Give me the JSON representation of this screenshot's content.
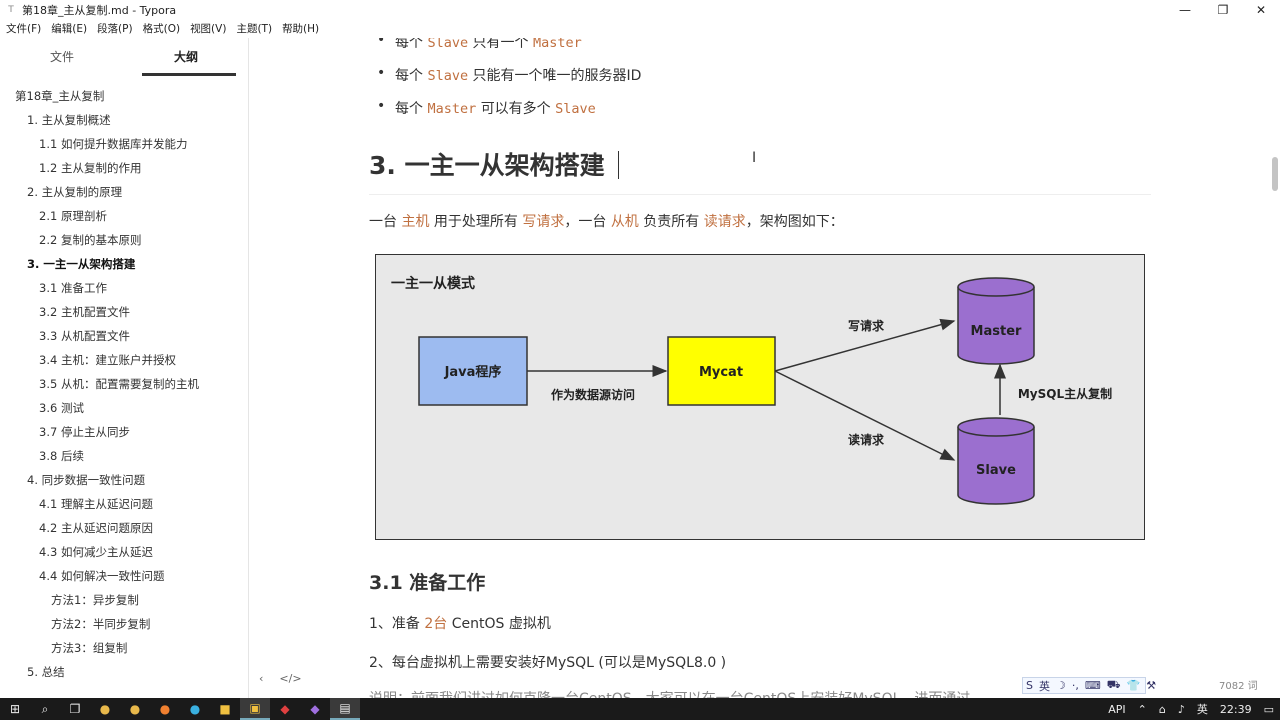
{
  "window": {
    "title": "第18章_主从复制.md - Typora",
    "app_icon": "typora-icon",
    "minimize": "—",
    "maximize": "❐",
    "close": "✕"
  },
  "menu": [
    "文件(F)",
    "编辑(E)",
    "段落(P)",
    "格式(O)",
    "视图(V)",
    "主题(T)",
    "帮助(H)"
  ],
  "sidebar": {
    "tabs": [
      {
        "label": "文件",
        "active": false
      },
      {
        "label": "大纲",
        "active": true
      }
    ],
    "outline": [
      {
        "label": "第18章_主从复制",
        "level": 1
      },
      {
        "label": "1. 主从复制概述",
        "level": 2
      },
      {
        "label": "1.1 如何提升数据库并发能力",
        "level": 3
      },
      {
        "label": "1.2 主从复制的作用",
        "level": 3
      },
      {
        "label": "2. 主从复制的原理",
        "level": 2
      },
      {
        "label": "2.1 原理剖析",
        "level": 3
      },
      {
        "label": "2.2 复制的基本原则",
        "level": 3
      },
      {
        "label": "3. 一主一从架构搭建",
        "level": 2,
        "active": true
      },
      {
        "label": "3.1 准备工作",
        "level": 3
      },
      {
        "label": "3.2 主机配置文件",
        "level": 3
      },
      {
        "label": "3.3 从机配置文件",
        "level": 3
      },
      {
        "label": "3.4 主机：建立账户并授权",
        "level": 3
      },
      {
        "label": "3.5 从机：配置需要复制的主机",
        "level": 3
      },
      {
        "label": "3.6 测试",
        "level": 3
      },
      {
        "label": "3.7 停止主从同步",
        "level": 3
      },
      {
        "label": "3.8 后续",
        "level": 3
      },
      {
        "label": "4. 同步数据一致性问题",
        "level": 2
      },
      {
        "label": "4.1 理解主从延迟问题",
        "level": 3
      },
      {
        "label": "4.2 主从延迟问题原因",
        "level": 3
      },
      {
        "label": "4.3 如何减少主从延迟",
        "level": 3
      },
      {
        "label": "4.4 如何解决一致性问题",
        "level": 3
      },
      {
        "label": "方法1：异步复制",
        "level": 4
      },
      {
        "label": "方法2：半同步复制",
        "level": 4
      },
      {
        "label": "方法3：组复制",
        "level": 4
      },
      {
        "label": "5. 总结",
        "level": 2
      }
    ],
    "footer_left": "‹",
    "footer_code": "</>"
  },
  "content": {
    "bullets": [
      {
        "pre": "每个",
        "code1": "Slave",
        "mid": "只有一个",
        "code2": "Master",
        "post": ""
      },
      {
        "pre": "每个",
        "code1": "Slave",
        "mid": "只能有一个唯一的服务器ID",
        "code2": "",
        "post": ""
      },
      {
        "pre": "每个",
        "code1": "Master",
        "mid": "可以有多个",
        "code2": "Slave",
        "post": ""
      }
    ],
    "heading": "3. 一主一从架构搭建",
    "intro": {
      "p1": "一台",
      "h1": "主机",
      "p2": "用于处理所有",
      "h2": "写请求",
      "p3": "，一台",
      "h3": "从机",
      "p4": "负责所有",
      "h4": "读请求",
      "p5": "，架构图如下："
    },
    "diagram": {
      "title": "一主一从模式",
      "java": "Java程序",
      "mycat": "Mycat",
      "master": "Master",
      "slave": "Slave",
      "label_access": "作为数据源访问",
      "label_write": "写请求",
      "label_read": "读请求",
      "label_replication": "MySQL主从复制",
      "colors": {
        "java": "#9dbbf0",
        "mycat": "#ffff00",
        "db": "#9b6fcf"
      }
    },
    "subheading": "3.1 准备工作",
    "step1": {
      "pre": "1、准备",
      "hl": "2台",
      "post": "CentOS 虚拟机"
    },
    "step2": "2、每台虚拟机上需要安装好MySQL (可以是MySQL8.0 )",
    "step3_partial": "说明：前面我们讲过如何克隆一台CentOS。大家可以在一台CentOS上安装好MySQL，进而通过"
  },
  "statusbar": {
    "ime": [
      "S",
      "英",
      "☽",
      "·,",
      "⌨",
      "⛟",
      "👕",
      "⚒"
    ],
    "word_count": "7082 词"
  },
  "taskbar": {
    "icons": [
      "windows-icon",
      "search-icon",
      "task-view-icon",
      "chrome-icon",
      "chrome-icon-2",
      "firefox-icon",
      "edge-icon",
      "file-explorer-icon",
      "terminal-icon",
      "app-icon",
      "typora-icon"
    ],
    "tray_text": "API",
    "ime_lang": "英",
    "time": "22:39"
  }
}
